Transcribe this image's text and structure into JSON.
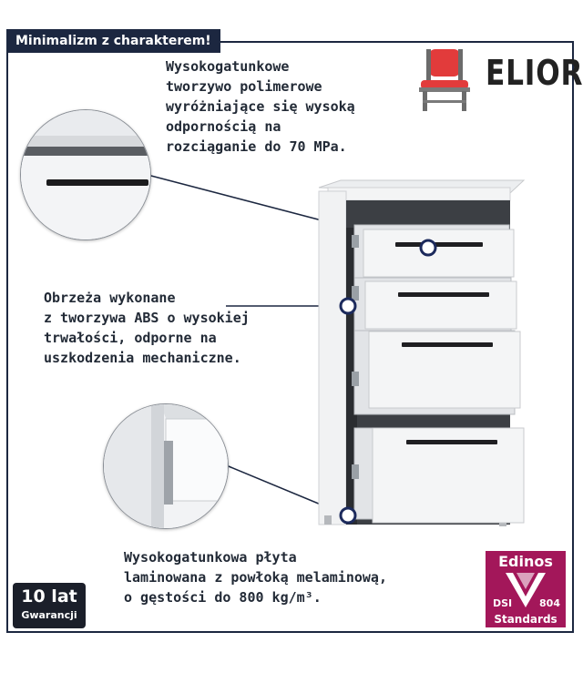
{
  "banner": {
    "label": "Minimalizm z charakterem!"
  },
  "brand": {
    "name": "ELIOR"
  },
  "features": {
    "polymer": "Wysokogatunkowe\ntworzywo polimerowe\nwyróżniające się wysoką\nodpornością na\nrozciąganie do 70 MPa.",
    "abs_edges": "Obrzeża wykonane\nz tworzywa ABS o wysokiej\ntrwałości, odporne na\nuszkodzenia mechaniczne.",
    "laminate": "Wysokogatunkowa płyta\nlaminowana z powłoką melaminową,\no gęstości do 800 kg/m³."
  },
  "warranty": {
    "years": "10 lat",
    "label": "Gwarancji"
  },
  "certificate": {
    "brand": "Edinos",
    "dsi": "DSI",
    "number": "804",
    "label": "Standards"
  },
  "colors": {
    "frame": "#1c2740",
    "accent": "#a3175a",
    "marker": "#1c2a5c",
    "chair": "#e23b3b"
  },
  "icons": [
    "chair-icon",
    "edinos-v-icon",
    "marker-dot-icon"
  ]
}
